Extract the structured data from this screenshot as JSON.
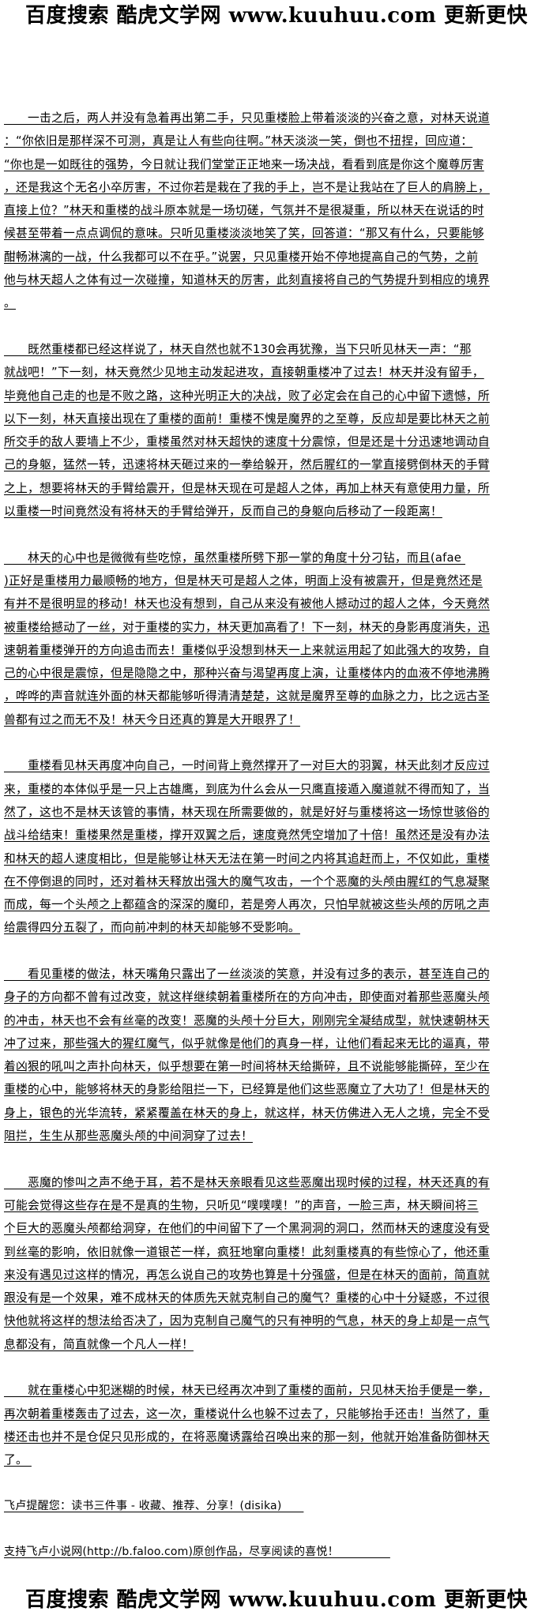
{
  "header": {
    "banner": "百度搜索 酷虎文学网 www.kuuhuu.com 更新更快"
  },
  "article": {
    "paragraphs": [
      [
        "　　一击之后，两人并没有急着再出第二手，只见重楼脸上带着淡淡的兴奋之意，对林天说道",
        "：“你依旧是那样深不可测，真是让人有些向往啊。”林天淡淡一笑，倒也不扭捏，回应道：",
        "“你也是一如既往的强势，今日就让我们堂堂正正地来一场决战，看看到底是你这个魔尊厉害",
        "，还是我这个无名小卒厉害，不过你若是栽在了我的手上，岂不是让我站在了巨人的肩膀上，",
        "直接上位？”林天和重楼的战斗原本就是一场切磋，气氛并不是很凝重，所以林天在说话的时",
        "候甚至带着一点点调侃的意味。只听见重楼淡淡地笑了笑，回答道：“那又有什么，只要能够",
        "酣畅淋漓的一战，什么我都可以不在乎。”说罢，只见重楼开始不停地提高自己的气势，之前",
        "他与林天超人之体有过一次碰撞，知道林天的厉害，此刻直接将自己的气势提升到相应的境界",
        "。"
      ],
      [
        "　　既然重楼都已经这样说了，林天自然也就不130会再犹豫，当下只听见林天一声：“那",
        "就战吧！”下一刻，林天竟然少见地主动发起进攻，直接朝重楼冲了过去！林天并没有留手，",
        "毕竟他自己走的也是不败之路，这种光明正大的决战，败了必定会在自己的心中留下遗憾，所",
        "以下一刻，林天直接出现在了重楼的面前！重楼不愧是魔界的之至尊，反应却是要比林天之前",
        "所交手的敌人要墙上不少，重楼虽然对林天超快的速度十分震惊，但是还是十分迅速地调动自",
        "己的身躯，猛然一转，迅速将林天砸过来的一拳给躲开，然后腥红的一掌直接劈倒林天的手臂",
        "之上，想要将林天的手臂给震开，但是林天现在可是超人之体，再加上林天有意使用力量，所",
        "以重楼一时间竟然没有将林天的手臂给弹开，反而自己的身躯向后移动了一段距离！"
      ],
      [
        "　　林天的心中也是微微有些吃惊，虽然重楼所劈下那一掌的角度十分刁钻，而且(afae ",
        ")正好是重楼用力最顺畅的地方，但是林天可是超人之体，明面上没有被震开，但是竟然还是",
        "有并不是很明显的移动！林天也没有想到，自己从来没有被他人撼动过的超人之体，今天竟然",
        "被重楼给撼动了一丝，对于重楼的实力，林天更加高看了！下一刻，林天的身影再度消失，迅",
        "速朝着重楼弹开的方向追击而去！重楼似乎没想到林天一上来就运用起了如此强大的攻势，自",
        "己的心中很是震惊，但是隐隐之中，那种兴奋与渴望再度上演，让重楼体内的血液不停地沸腾",
        "，哗哗的声音就连外面的林天都能够听得清清楚楚，这就是魔界至尊的血脉之力，比之远古圣",
        "兽都有过之而无不及！林天今日还真的算是大开眼界了！"
      ],
      [
        "　　重楼看见林天再度冲向自己，一时间背上竟然撑开了一对巨大的羽翼，林天此刻才反应过",
        "来，重楼的本体似乎是一只上古雄鹰，到底为什么会从一只鹰直接遁入魔道就不得而知了，当",
        "然了，这也不是林天该管的事情，林天现在所需要做的，就是好好与重楼将这一场惊世骇俗的",
        "战斗给结束！重楼果然是重楼，撑开双翼之后，速度竟然凭空增加了十倍！虽然还是没有办法",
        "和林天的超人速度相比，但是能够让林天无法在第一时间之内将其追赶而上，不仅如此，重楼",
        "在不停倒退的同时，还对着林天释放出强大的魔气攻击，一个个恶魔的头颅由腥红的气息凝聚",
        "而成，每一个头颅之上都蕴含的深深的魔印，若是旁人再次，只怕早就被这些头颅的厉吼之声",
        "给震得四分五裂了，而向前冲刺的林天却能够不受影响。"
      ],
      [
        "　　看见重楼的做法，林天嘴角只露出了一丝淡淡的笑意，并没有过多的表示，甚至连自己的",
        "身子的方向都不曾有过改变，就这样继续朝着重楼所在的方向冲击，即使面对着那些恶魔头颅",
        "的冲击，林天也不会有丝毫的改变！恶魔的头颅十分巨大，刚刚完全凝结成型，就快速朝林天",
        "冲了过来，那些强大的猩红魔气，似乎就像是他们的真身一样，让他们看起来无比的逼真，带",
        "着凶狠的吼叫之声扑向林天，似乎想要在第一时间将林天给撕碎，且不说能够能撕碎，至少在",
        "重楼的心中，能够将林天的身影给阻拦一下，已经算是他们这些恶魔立了大功了！但是林天的",
        "身上，银色的光华流转，紧紧覆盖在林天的身上，就这样，林天仿佛进入无人之境，完全不受",
        "阻拦，生生从那些恶魔头颅的中间洞穿了过去！"
      ],
      [
        "　　恶魔的惨叫之声不绝于耳，若不是林天亲眼看见这些恶魔出现时候的过程，林天还真的有",
        "可能会觉得这些存在是不是真的生物，只听见“噗噗噗！”的声音，一脸三声，林天瞬间将三",
        "个巨大的恶魔头颅都给洞穿，在他们的中间留下了一个黑洞洞的洞口，然而林天的速度没有受",
        "到丝毫的影响，依旧就像一道银芒一样，疯狂地窜向重楼！此刻重楼真的有些惊心了，他还重",
        "来没有遇见过这样的情况，再怎么说自己的攻势也算是十分强盛，但是在林天的面前，简直就",
        "跟没有是一个效果，难不成林天的体质先天就克制自己的魔气？重楼的心中十分疑惑，不过很",
        "快他就将这样的想法给否决了，因为克制自己魔气的只有神明的气息，林天的身上却是一点气",
        "息都没有，简直就像一个凡人一样！"
      ],
      [
        "　　就在重楼心中犯迷糊的时候，林天已经再次冲到了重楼的面前，只见林天抬手便是一拳，",
        "再次朝着重楼轰击了过去，这一次，重楼说什么也躲不过去了，只能够抬手还击！当然了，重",
        "楼还击也并不是仓促只见形成的，在将恶魔诱露给召唤出来的那一刻，他就开始准备防御林天",
        "了。 "
      ]
    ]
  },
  "footer": {
    "notice": "飞卢提醒您：读书三件事 - 收藏、推荐、分享！(disika)      ",
    "support": "支持飞卢小说网(http://b.faloo.com)原创作品，尽享阅读的喜悦！              ",
    "banner": "百度搜索 酷虎文学网 www.kuuhuu.com 更新更快"
  }
}
